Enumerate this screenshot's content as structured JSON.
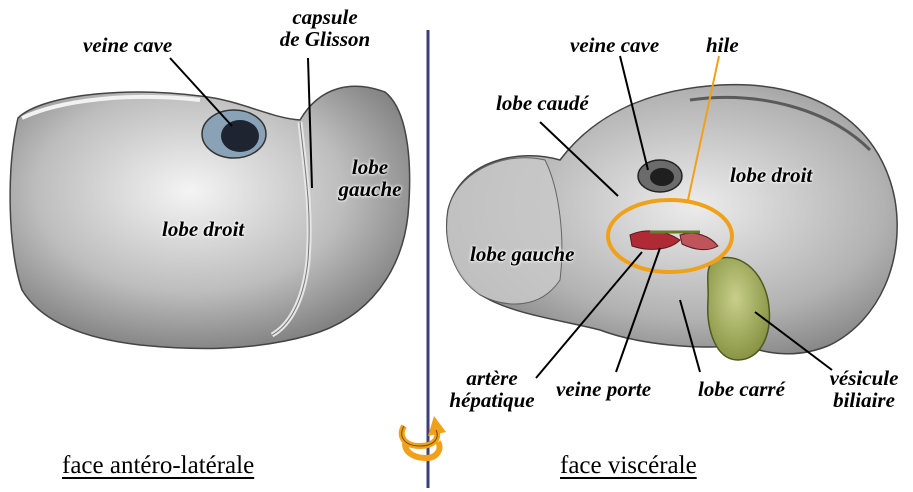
{
  "left": {
    "caption": "face antéro-latérale",
    "labels": {
      "veine_cave": "veine cave",
      "capsule_line1": "capsule",
      "capsule_line2": "de Glisson",
      "lobe_gauche_line1": "lobe",
      "lobe_gauche_line2": "gauche",
      "lobe_droit": "lobe droit"
    }
  },
  "right": {
    "caption": "face viscérale",
    "labels": {
      "veine_cave": "veine cave",
      "hile": "hile",
      "lobe_caude": "lobe caudé",
      "lobe_droit": "lobe droit",
      "lobe_gauche": "lobe gauche",
      "arter_line1": "artère",
      "arter_line2": "hépatique",
      "veine_porte": "veine porte",
      "lobe_carre": "lobe carré",
      "vesicule_line1": "vésicule",
      "vesicule_line2": "biliaire"
    }
  },
  "colors": {
    "divider": "#3b3f78",
    "hile_circle": "#f0a11a",
    "rotation_icon": "#f0a11a",
    "liver": "#9a9a9a",
    "gallbladder": "#9aa84e",
    "vessel_red": "#b02a36"
  },
  "icons": {
    "rotation": "rotation-arrow-icon"
  }
}
